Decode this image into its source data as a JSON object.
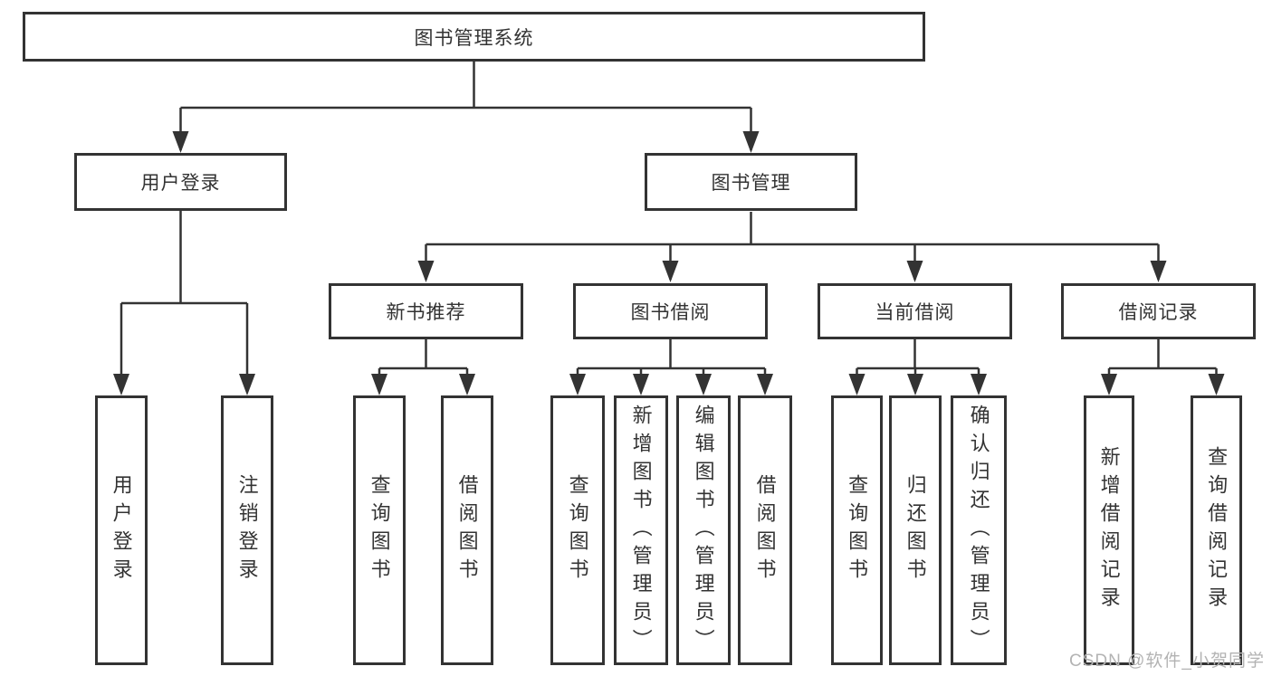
{
  "org": {
    "root": {
      "label": "图书管理系统"
    },
    "branches": [
      {
        "label": "用户登录",
        "children": [
          {
            "label": "用户登录"
          },
          {
            "label": "注销登录"
          }
        ]
      },
      {
        "label": "图书管理",
        "children": [
          {
            "label": "新书推荐",
            "children": [
              {
                "label": "查询图书"
              },
              {
                "label": "借阅图书"
              }
            ]
          },
          {
            "label": "图书借阅",
            "children": [
              {
                "label": "查询图书"
              },
              {
                "label": "新增图书（管理员）"
              },
              {
                "label": "编辑图书（管理员）"
              },
              {
                "label": "借阅图书"
              }
            ]
          },
          {
            "label": "当前借阅",
            "children": [
              {
                "label": "查询图书"
              },
              {
                "label": "归还图书"
              },
              {
                "label": "确认归还（管理员）"
              }
            ]
          },
          {
            "label": "借阅记录",
            "children": [
              {
                "label": "新增借阅记录"
              },
              {
                "label": "查询借阅记录"
              }
            ]
          }
        ]
      }
    ]
  },
  "watermark": {
    "text": "CSDN @软件_小贺同学"
  },
  "colors": {
    "line": "#333333",
    "text": "#333333",
    "watermark": "#b3b3b3",
    "background": "#ffffff"
  }
}
